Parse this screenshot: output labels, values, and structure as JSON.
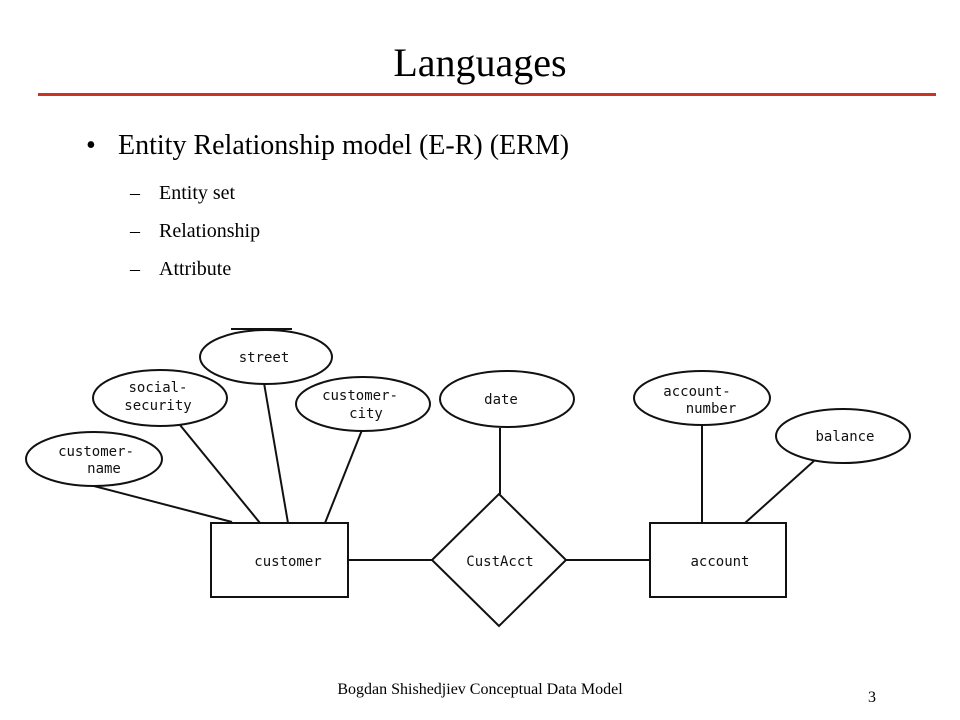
{
  "slide": {
    "title": "Languages",
    "accent_color": "#cc3322",
    "bullets": [
      {
        "text": "Entity Relationship model (E-R) (ERM)",
        "subitems": [
          "Entity set",
          "Relationship",
          "Attribute"
        ]
      }
    ],
    "footer": "Bogdan Shishedjiev Conceptual Data Model",
    "page_number": "3"
  },
  "diagram": {
    "entities": {
      "customer": "customer",
      "account": "account"
    },
    "relationship": "CustAcct",
    "attributes": {
      "customer_name": [
        "customer-",
        "name"
      ],
      "social_security": [
        "social-",
        "security"
      ],
      "street": "street",
      "customer_city": [
        "customer-",
        "city"
      ],
      "date": "date",
      "account_number": [
        "account-",
        "number"
      ],
      "balance": "balance"
    }
  }
}
